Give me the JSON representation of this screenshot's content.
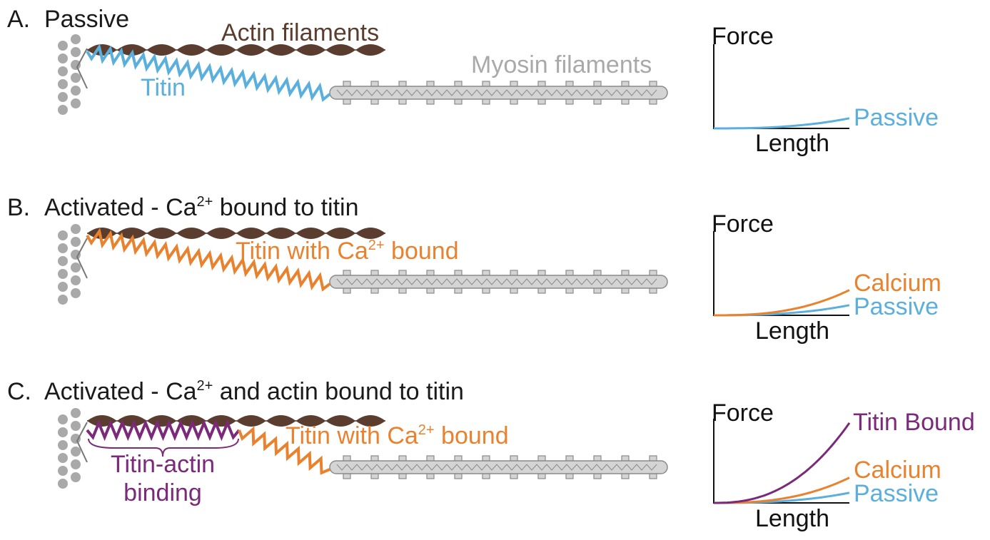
{
  "panels": {
    "a": {
      "label": "A.",
      "title": "Passive",
      "actin_label": "Actin filaments",
      "myosin_label": "Myosin filaments",
      "titin_label": "Titin",
      "graph": {
        "ylabel": "Force",
        "xlabel": "Length",
        "curves": [
          {
            "name": "Passive",
            "color": "#5aafdc",
            "end_force": 0.12
          }
        ]
      }
    },
    "b": {
      "label": "B.",
      "title_pre": "Activated - Ca",
      "title_sup": "2+",
      "title_post": " bound to titin",
      "titin_label_pre": "Titin with Ca",
      "titin_label_sup": "2+",
      "titin_label_post": " bound",
      "graph": {
        "ylabel": "Force",
        "xlabel": "Length",
        "curves": [
          {
            "name": "Calcium",
            "color": "#e9822e",
            "end_force": 0.3
          },
          {
            "name": "Passive",
            "color": "#5aafdc",
            "end_force": 0.12
          }
        ]
      }
    },
    "c": {
      "label": "C.",
      "title_pre": "Activated - Ca",
      "title_sup": "2+",
      "title_post": " and actin bound to titin",
      "titin_label_pre": "Titin with Ca",
      "titin_label_sup": "2+",
      "titin_label_post": " bound",
      "binding_label_1": "Titin-actin",
      "binding_label_2": "binding",
      "graph": {
        "ylabel": "Force",
        "xlabel": "Length",
        "curves": [
          {
            "name": "Titin Bound",
            "color": "#7b2a7a",
            "end_force": 0.95
          },
          {
            "name": "Calcium",
            "color": "#e9822e",
            "end_force": 0.3
          },
          {
            "name": "Passive",
            "color": "#5aafdc",
            "end_force": 0.12
          }
        ]
      }
    }
  },
  "colors": {
    "actin": "#5a3d2e",
    "myosin_fill": "#d4d4d4",
    "myosin_stroke": "#8a8a8a",
    "zdisc": "#a9a9a9",
    "titin_passive": "#5aafdc",
    "titin_calcium": "#e9822e",
    "titin_bound": "#7b2a7a",
    "myosin_text": "#a9a9a9"
  }
}
